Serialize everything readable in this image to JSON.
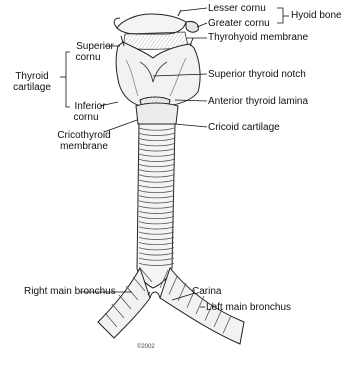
{
  "labels": {
    "lesser_cornu": "Lesser cornu",
    "greater_cornu": "Greater cornu",
    "hyoid_bone": "Hyoid bone",
    "thyrohyoid_membrane": "Thyrohyoid membrane",
    "superior_cornu_1": "Superior",
    "superior_cornu_2": "cornu",
    "thyroid_cartilage_1": "Thyroid",
    "thyroid_cartilage_2": "cartilage",
    "superior_thyroid_notch": "Superior thyroid notch",
    "anterior_thyroid_lamina": "Anterior thyroid lamina",
    "inferior_cornu_1": "Inferior",
    "inferior_cornu_2": "cornu",
    "cricoid_cartilage": "Cricoid cartilage",
    "cricothyroid_membrane_1": "Cricothyroid",
    "cricothyroid_membrane_2": "membrane",
    "right_main_bronchus": "Right main bronchus",
    "carina": "Carina",
    "left_main_bronchus": "Left main bronchus",
    "signature": "©2002"
  }
}
